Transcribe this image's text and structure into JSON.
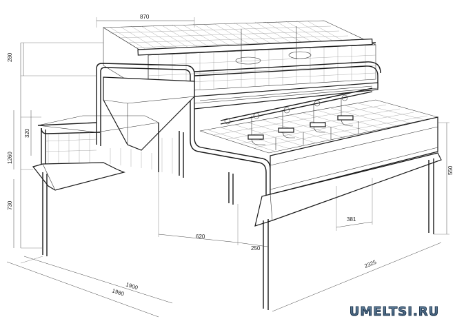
{
  "dimensions": {
    "top_width": "870",
    "top_height": "280",
    "upper_mid": "320",
    "upper_total": "1260",
    "leg_height": "730",
    "right_height": "550",
    "depth_mid": "620",
    "depth_small": "250",
    "compartment": "381",
    "width_inner": "1900",
    "width_outer": "1980",
    "length": "2325"
  },
  "watermark": "UMELTSI.RU"
}
